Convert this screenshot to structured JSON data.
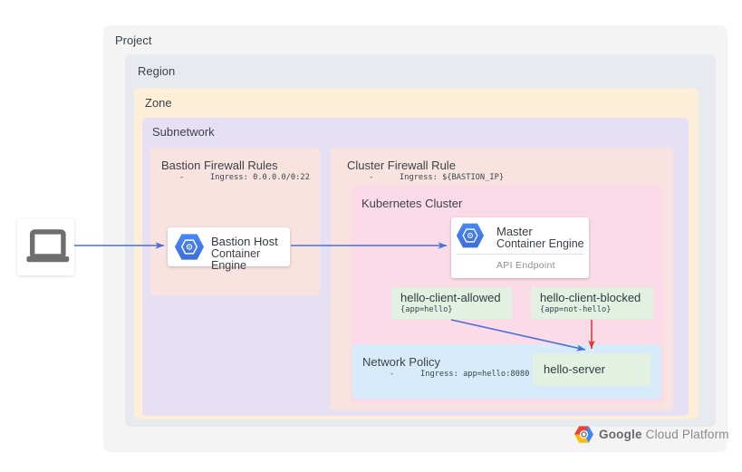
{
  "boxes": {
    "project": {
      "label": "Project"
    },
    "region": {
      "label": "Region"
    },
    "zone": {
      "label": "Zone"
    },
    "subnetwork": {
      "label": "Subnetwork"
    },
    "bastion_firewall": {
      "title": "Bastion Firewall Rules",
      "rule_dash": "-",
      "rule": "Ingress: 0.0.0.0/0:22"
    },
    "cluster_firewall": {
      "title": "Cluster Firewall Rule",
      "rule_dash": "-",
      "rule": "Ingress: ${BASTION_IP}"
    },
    "kubernetes": {
      "title": "Kubernetes Cluster"
    },
    "network_policy": {
      "title": "Network Policy",
      "rule_dash": "-",
      "rule": "Ingress: app=hello:8080"
    }
  },
  "nodes": {
    "bastion_host": {
      "title": "Bastion Host",
      "subtitle": "Container Engine"
    },
    "master": {
      "title": "Master",
      "subtitle": "Container Engine",
      "api": "API Endpoint"
    },
    "hello_client_allowed": {
      "title": "hello-client-allowed",
      "selector": "{app=hello}"
    },
    "hello_client_blocked": {
      "title": "hello-client-blocked",
      "selector": "{app=not-hello}"
    },
    "hello_server": {
      "label": "hello-server"
    }
  },
  "footer": {
    "brand_primary": "Google",
    "brand_secondary": "Cloud Platform"
  },
  "icons": {
    "laptop": "laptop-icon",
    "container_engine": "container-engine-hexagon-icon",
    "gcp_logo": "google-cloud-platform-logo-icon"
  },
  "connections": [
    {
      "from": "laptop",
      "to": "bastion-host",
      "type": "allowed",
      "color": "#4a6fd8"
    },
    {
      "from": "bastion-host",
      "to": "master",
      "type": "allowed",
      "color": "#4a6fd8"
    },
    {
      "from": "hello-client-allowed",
      "to": "hello-server",
      "type": "allowed",
      "color": "#4a6fd8"
    },
    {
      "from": "hello-client-blocked",
      "to": "hello-server",
      "type": "blocked",
      "color": "#e53935"
    }
  ],
  "colors": {
    "project_bg": "#f4f4f4",
    "region_bg": "#e7eaee",
    "zone_bg": "#fdeed7",
    "subnetwork_bg": "#e6e0f4",
    "firewall_bg": "#f9e3e0",
    "kubernetes_bg": "#fbdbe7",
    "network_policy_bg": "#d7ebfa",
    "pod_bg": "#e2f1e2",
    "arrow_allowed": "#4a6fd8",
    "arrow_blocked": "#e53935",
    "hexagon_blue": "#4178ec"
  }
}
